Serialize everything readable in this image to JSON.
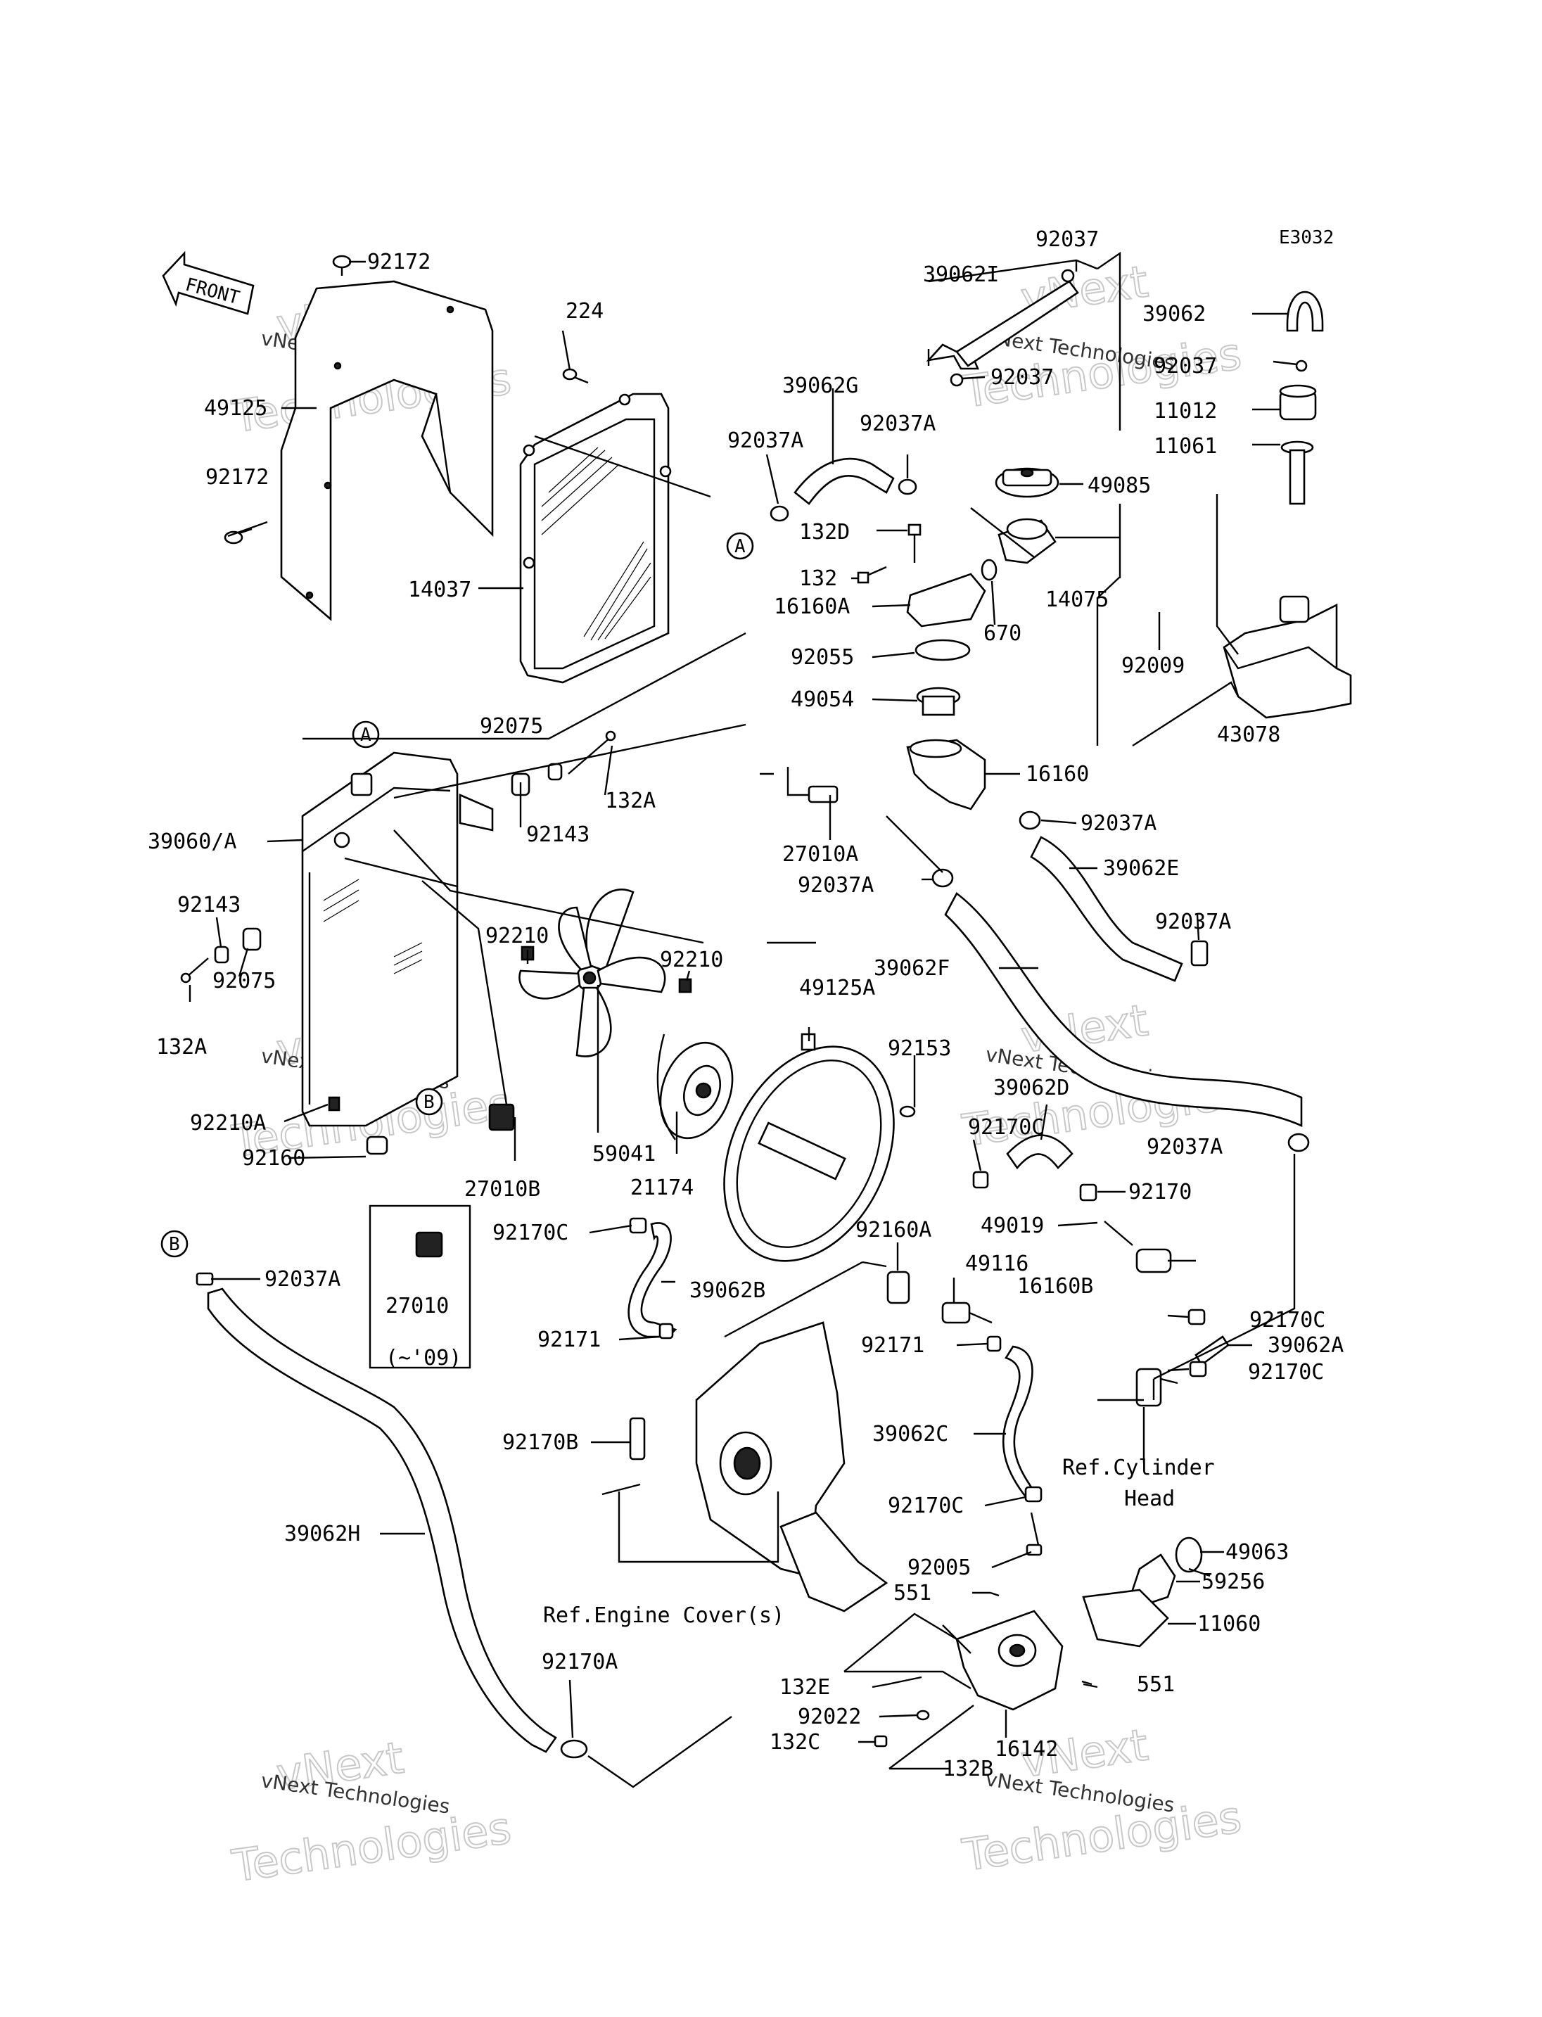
{
  "diagram_code": "E3032",
  "front_label": "FRONT",
  "watermark": {
    "line1": "vNext Technologies",
    "line2": "Technologies",
    "line3": "vNext"
  },
  "callouts": {
    "a_top": "A",
    "a_mid": "A",
    "b_left": "B",
    "b_mid": "B"
  },
  "labels": {
    "l92172a": "92172",
    "l49125": "49125",
    "l92172b": "92172",
    "l224": "224",
    "l14037": "14037",
    "l92037a": "92037",
    "l39062i": "39062I",
    "l39062": "39062",
    "l92037b": "92037",
    "l92037c": "92037",
    "l11012": "11012",
    "l11061": "11061",
    "l39062g": "39062G",
    "l92037a1": "92037A",
    "l92037a2": "92037A",
    "l49085": "49085",
    "l132d": "132D",
    "l132": "132",
    "l16160a": "16160A",
    "l670": "670",
    "l14075": "14075",
    "l92009": "92009",
    "l92055": "92055",
    "l49054": "49054",
    "l43078": "43078",
    "l92075a": "92075",
    "l132a1": "132A",
    "l92143a": "92143",
    "l16160": "16160",
    "l39060": "39060/A",
    "l92037a3": "92037A",
    "l27010a": "27010A",
    "l39062e": "39062E",
    "l92037a4": "92037A",
    "l92037a5": "92037A",
    "l92143b": "92143",
    "l92210a": "92210",
    "l92210b": "92210",
    "l49125a": "49125A",
    "l39062f": "39062F",
    "l92075b": "92075",
    "l132a2": "132A",
    "l92153": "92153",
    "l39062d": "39062D",
    "l92210aa": "92210A",
    "l92170c1": "92170C",
    "l92037a6": "92037A",
    "l92160": "92160",
    "l27010b": "27010B",
    "l59041": "59041",
    "l21174": "21174",
    "l92170": "92170",
    "l49019": "49019",
    "l92170c2": "92170C",
    "l92160a": "92160A",
    "l49116": "49116",
    "l16160b": "16160B",
    "l27010": "27010",
    "l27010note": "(~'09)",
    "l92037a7": "92037A",
    "l39062b": "39062B",
    "l92170c3": "92170C",
    "l39062a": "39062A",
    "l92171a": "92171",
    "l92170c4": "92170C",
    "l92171b": "92171",
    "l39062c": "39062C",
    "l92170b": "92170B",
    "lrefcyl1": "Ref.Cylinder",
    "lrefcyl2": "Head",
    "l92170c5": "92170C",
    "l39062h": "39062H",
    "l49063": "49063",
    "l92005": "92005",
    "l59256": "59256",
    "l551a": "551",
    "lrefeng": "Ref.Engine Cover(s)",
    "l11060": "11060",
    "l92170a": "92170A",
    "l551b": "551",
    "l132e": "132E",
    "l92022": "92022",
    "l132c": "132C",
    "l16142": "16142",
    "l132b": "132B"
  }
}
